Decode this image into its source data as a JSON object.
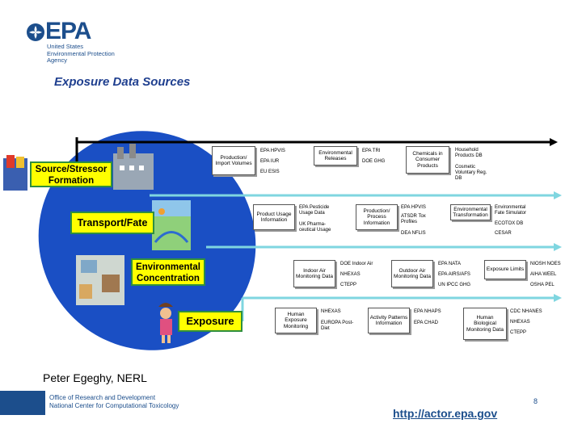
{
  "logo": {
    "word": "EPA",
    "line1": "United States",
    "line2": "Environmental Protection",
    "line3": "Agency"
  },
  "title": "Exposure Data Sources",
  "stages": {
    "source": "Source/Stressor Formation",
    "transport": "Transport/Fate",
    "concentration": "Environmental Concentration",
    "exposure": "Exposure"
  },
  "rows": {
    "row1": {
      "box1": "Production/ Import Volumes",
      "labels1": [
        "EPA HPVIS",
        "EPA IUR",
        "EU ESIS"
      ],
      "box2": "Environmental Releases",
      "labels2": [
        "EPA TRI",
        "DOE GHG"
      ],
      "box3": "Chemicals in Consumer Products",
      "labels3": [
        "Household Products DB",
        "Cosmetic Voluntary Reg. DB"
      ]
    },
    "row2": {
      "box1": "Product Usage Information",
      "labels1": [
        "EPA Pesticide Usage Data",
        "UK Pharma- ceutical Usage"
      ],
      "box2": "Production/ Process Information",
      "labels2": [
        "EPA HPVIS",
        "ATSDR Tox Profiles",
        "DEA NFLIS"
      ],
      "box3": "Environmental Transformation",
      "labels3": [
        "Environmental Fate Simulator",
        "ECOTOX DB",
        "CESAR"
      ]
    },
    "row3": {
      "box1": "Indoor Air Monitoring Data",
      "labels1": [
        "DOE Indoor Air",
        "NHEXAS",
        "CTEPP"
      ],
      "box2": "Outdoor Air Monitoring Data",
      "labels2": [
        "EPA NATA",
        "EPA AIRS/AFS",
        "UN IPCC GHG"
      ],
      "box3": "Exposure Limits",
      "labels3": [
        "NIOSH NOES",
        "AIHA WEEL",
        "OSHA PEL"
      ]
    },
    "row4": {
      "box1": "Human Exposure Monitoring",
      "labels1": [
        "NHEXAS",
        "EUROPA Post- Diet"
      ],
      "box2": "Activity Patterns Information",
      "labels2": [
        "EPA NHAPS",
        "EPA CHAD"
      ],
      "box3": "Human Biological Monitoring Data",
      "labels3": [
        "CDC NHANES",
        "NHEXAS",
        "CTEPP"
      ]
    }
  },
  "presenter": "Peter Egeghy, NERL",
  "footer": {
    "line1": "Office of Research and Development",
    "line2": "National Center for Computational Toxicology"
  },
  "page_number": "8",
  "url": "http://actor.epa.gov",
  "colors": {
    "epa_blue": "#1c4e8c",
    "oval_blue": "#1a4fc4",
    "stage_yellow": "#ffff00",
    "stage_border_green": "#2f8f3f",
    "arrow_cyan": "#7fd6e0"
  }
}
